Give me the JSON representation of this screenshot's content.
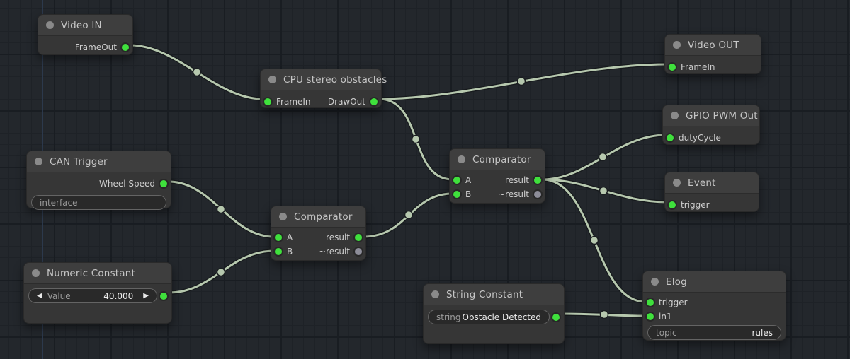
{
  "app": {
    "title": "Node graph editor"
  },
  "colors": {
    "canvas_bg": "#23272c",
    "grid_minor": "#1e2227",
    "grid_major": "#191d22",
    "axis_line": "#31415a",
    "wire": "#b6c8ae",
    "port_connected": "#3fe03c",
    "port_unconnected": "#8d8d99"
  },
  "nodes": {
    "video_in": {
      "title": "Video IN",
      "outputs": [
        {
          "label": "FrameOut"
        }
      ]
    },
    "cpu_stereo": {
      "title": "CPU stereo obstacles",
      "inputs": [
        {
          "label": "FrameIn"
        }
      ],
      "outputs": [
        {
          "label": "DrawOut"
        }
      ]
    },
    "can_trigger": {
      "title": "CAN Trigger",
      "outputs": [
        {
          "label": "Wheel Speed"
        }
      ],
      "field": {
        "placeholder": "interface"
      }
    },
    "comparator_left": {
      "title": "Comparator",
      "inputs": [
        {
          "label": "A"
        },
        {
          "label": "B"
        }
      ],
      "outputs": [
        {
          "label": "result"
        },
        {
          "label": "~result"
        }
      ]
    },
    "numeric_constant": {
      "title": "Numeric Constant",
      "stepper": {
        "dec": "◀",
        "label": "Value",
        "value": "40.000",
        "inc": "▶"
      }
    },
    "string_constant": {
      "title": "String Constant",
      "field": {
        "label": "string",
        "value": "Obstacle Detected"
      }
    },
    "comparator_right": {
      "title": "Comparator",
      "inputs": [
        {
          "label": "A"
        },
        {
          "label": "B"
        }
      ],
      "outputs": [
        {
          "label": "result"
        },
        {
          "label": "~result"
        }
      ]
    },
    "video_out": {
      "title": "Video OUT",
      "inputs": [
        {
          "label": "FrameIn"
        }
      ]
    },
    "gpio_pwm": {
      "title": "GPIO PWM Out",
      "inputs": [
        {
          "label": "dutyCycle"
        }
      ]
    },
    "event": {
      "title": "Event",
      "inputs": [
        {
          "label": "trigger"
        }
      ]
    },
    "elog": {
      "title": "Elog",
      "inputs": [
        {
          "label": "trigger"
        },
        {
          "label": "in1"
        }
      ],
      "field": {
        "placeholder": "topic",
        "value": "rules"
      }
    }
  },
  "connections": [
    {
      "from": "Video IN.FrameOut",
      "to": "CPU stereo obstacles.FrameIn"
    },
    {
      "from": "CPU stereo obstacles.DrawOut",
      "to": "Video OUT.FrameIn"
    },
    {
      "from": "CPU stereo obstacles.DrawOut",
      "to": "Comparator(right).A"
    },
    {
      "from": "Comparator(left).result",
      "to": "Comparator(right).B"
    },
    {
      "from": "CAN Trigger.Wheel Speed",
      "to": "Comparator(left).A"
    },
    {
      "from": "Numeric Constant.Value",
      "to": "Comparator(left).B"
    },
    {
      "from": "Comparator(right).result",
      "to": "GPIO PWM Out.dutyCycle"
    },
    {
      "from": "Comparator(right).result",
      "to": "Event.trigger"
    },
    {
      "from": "Comparator(right).result",
      "to": "Elog.trigger"
    },
    {
      "from": "String Constant.string",
      "to": "Elog.in1"
    }
  ]
}
